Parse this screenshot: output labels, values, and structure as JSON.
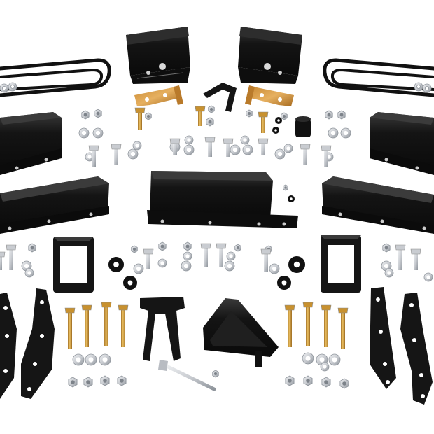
{
  "scene": {
    "background": "#ffffff",
    "colors": {
      "powder_coat": "#141414",
      "powder_coat_highlight": "#3a3a3a",
      "zinc": "#c9ccd1",
      "zinc_dark": "#9aa0a8",
      "yellow_zinc": "#d9a441",
      "yellow_zinc_dark": "#a8772a",
      "rubber": "#111111"
    },
    "parts": [
      "lift-block-left",
      "lift-block-right",
      "u-bolt-left",
      "u-bolt-right",
      "bracket-gold-left",
      "bracket-gold-right",
      "bracket-black-small",
      "crossmember-upper-left",
      "crossmember-upper-right",
      "crossmember-lower-left",
      "crossmember-lower-right",
      "crossmember-center",
      "loop-bracket-left",
      "loop-bracket-right",
      "plate-bracket-left-1",
      "plate-bracket-left-2",
      "plate-bracket-right-1",
      "plate-bracket-right-2",
      "shackle-center",
      "wedge-bracket-center",
      "long-bolt",
      "yellow-bolts-left",
      "yellow-bolts-right",
      "rubber-bushing",
      "hardware-scatter"
    ]
  }
}
